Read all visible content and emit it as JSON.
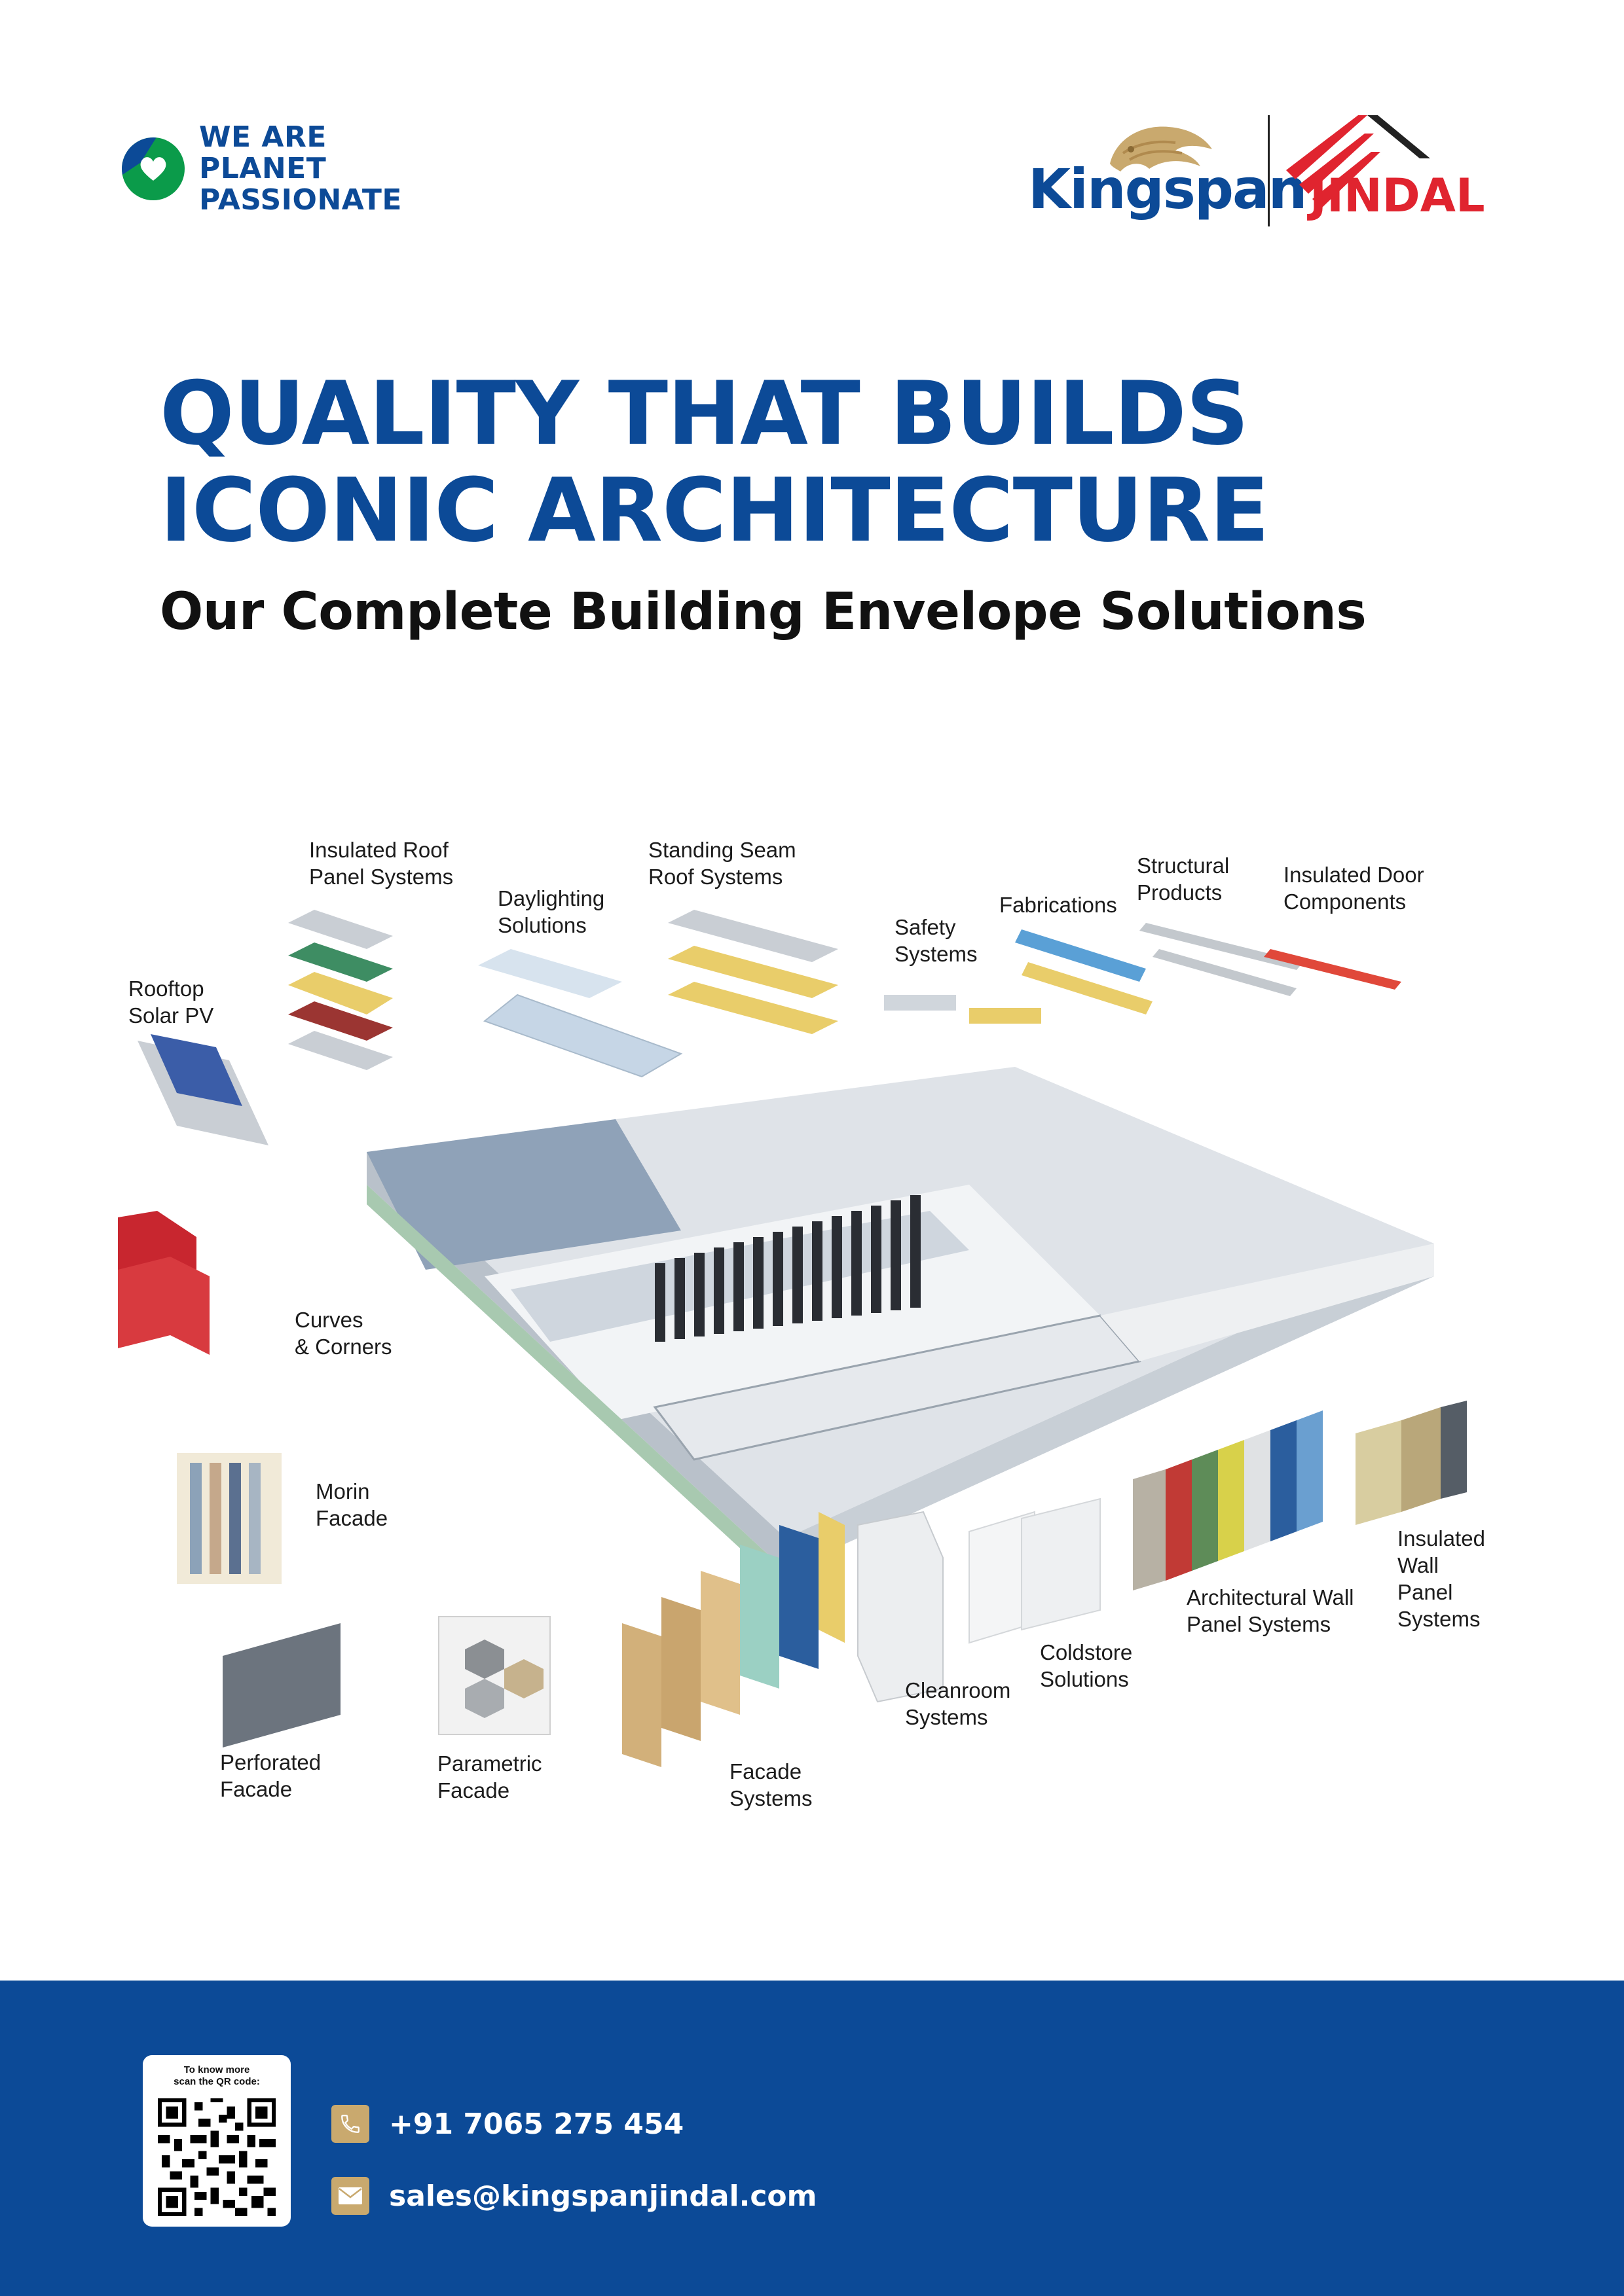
{
  "header": {
    "tagline": [
      "WE ARE",
      "PLANET",
      "PASSIONATE"
    ],
    "brand_primary": "Kingspan",
    "brand_secondary": "JINDAL"
  },
  "hero": {
    "headline_line1": "QUALITY THAT BUILDS",
    "headline_line2": "ICONIC ARCHITECTURE",
    "subheadline": "Our Complete Building Envelope Solutions"
  },
  "products": {
    "insulated_roof": "Insulated Roof\nPanel Systems",
    "standing_seam": "Standing Seam\nRoof Systems",
    "daylighting": "Daylighting\nSolutions",
    "safety": "Safety\nSystems",
    "fabrications": "Fabrications",
    "structural": "Structural\nProducts",
    "insulated_door": "Insulated Door\nComponents",
    "rooftop_solar": "Rooftop\nSolar PV",
    "curves_corners": "Curves\n& Corners",
    "morin_facade": "Morin\nFacade",
    "perforated_facade": "Perforated\nFacade",
    "parametric_facade": "Parametric\nFacade",
    "facade_systems": "Facade\nSystems",
    "cleanroom": "Cleanroom\nSystems",
    "coldstore": "Coldstore\nSolutions",
    "architectural_wall": "Architectural Wall\nPanel Systems",
    "insulated_wall": "Insulated\nWall\nPanel\nSystems"
  },
  "footer": {
    "qr_caption": "To know more\nscan the QR code:",
    "phone": "+91 7065 275 454",
    "email": "sales@kingspanjindal.com"
  },
  "colors": {
    "brand_blue": "#0c4a97",
    "jindal_red": "#e0242f",
    "gold": "#c9a96e",
    "globe_green": "#0b9b4a"
  },
  "icons": [
    "planet-heart-icon",
    "lion-logo-icon",
    "jindal-roof-icon",
    "phone-icon",
    "mail-icon",
    "qr-code-icon"
  ]
}
